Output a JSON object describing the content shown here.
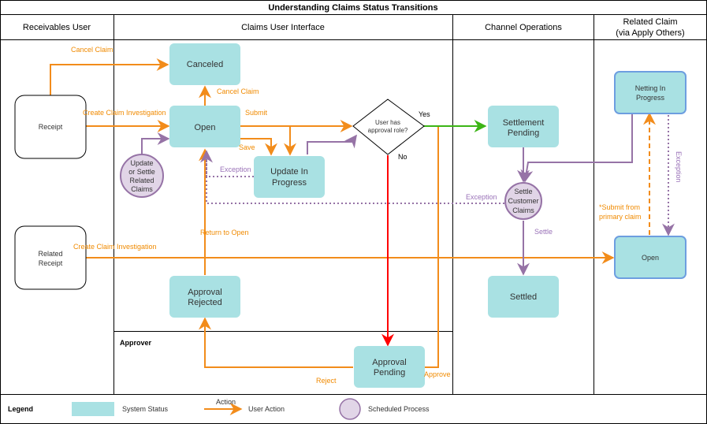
{
  "title": "Understanding Claims Status Transitions",
  "colors": {
    "system_fill": "#a9e1e3",
    "user_action": "#f28c1b",
    "scheduled_fill": "#e1d5e7",
    "scheduled_stroke": "#9673a6",
    "approve_green": "#3cb516",
    "reject_red": "#ff0000",
    "netting_stroke": "#6d9ee0"
  },
  "lanes": {
    "receivables": "Receivables User",
    "claims_ui": "Claims User Interface",
    "channel_ops": "Channel Operations",
    "related_line1": "Related Claim",
    "related_line2": "(via Apply Others)",
    "approver": "Approver"
  },
  "nodes": {
    "receipt": "Receipt",
    "related_receipt_1": "Related",
    "related_receipt_2": "Receipt",
    "canceled": "Canceled",
    "open": "Open",
    "update_in_progress_1": "Update In",
    "update_in_progress_2": "Progress",
    "decision_1": "User has",
    "decision_2": "approval role?",
    "approval_rejected_1": "Approval",
    "approval_rejected_2": "Rejected",
    "approval_pending_1": "Approval",
    "approval_pending_2": "Pending",
    "settlement_pending_1": "Settlement",
    "settlement_pending_2": "Pending",
    "settle_claims_1": "Settle",
    "settle_claims_2": "Customer",
    "settle_claims_3": "Claims",
    "settled": "Settled",
    "netting_1": "Netting In",
    "netting_2": "Progress",
    "related_open": "Open",
    "update_settle_1": "Update",
    "update_settle_2": "or Settle",
    "update_settle_3": "Related",
    "update_settle_4": "Claims"
  },
  "labels": {
    "cancel_claim_top": "Cancel Claim",
    "cancel_claim_mid": "Cancel Claim",
    "create_claim_investigation_1": "Create Claim Investigation",
    "create_claim_investigation_2": "Create Claim Investigation",
    "submit": "Submit",
    "save": "Save",
    "exception_update": "Exception",
    "exception_settle": "Exception",
    "exception_related": "Exception",
    "yes": "Yes",
    "no": "No",
    "return_to_open": "Return to Open",
    "reject": "Reject",
    "approve": "Approve",
    "settle": "Settle",
    "submit_from_primary_1": "*Submit from",
    "submit_from_primary_2": "primary claim"
  },
  "legend": {
    "title": "Legend",
    "system_status": "System Status",
    "action": "Action",
    "user_action": "User Action",
    "scheduled_process": "Scheduled Process"
  }
}
